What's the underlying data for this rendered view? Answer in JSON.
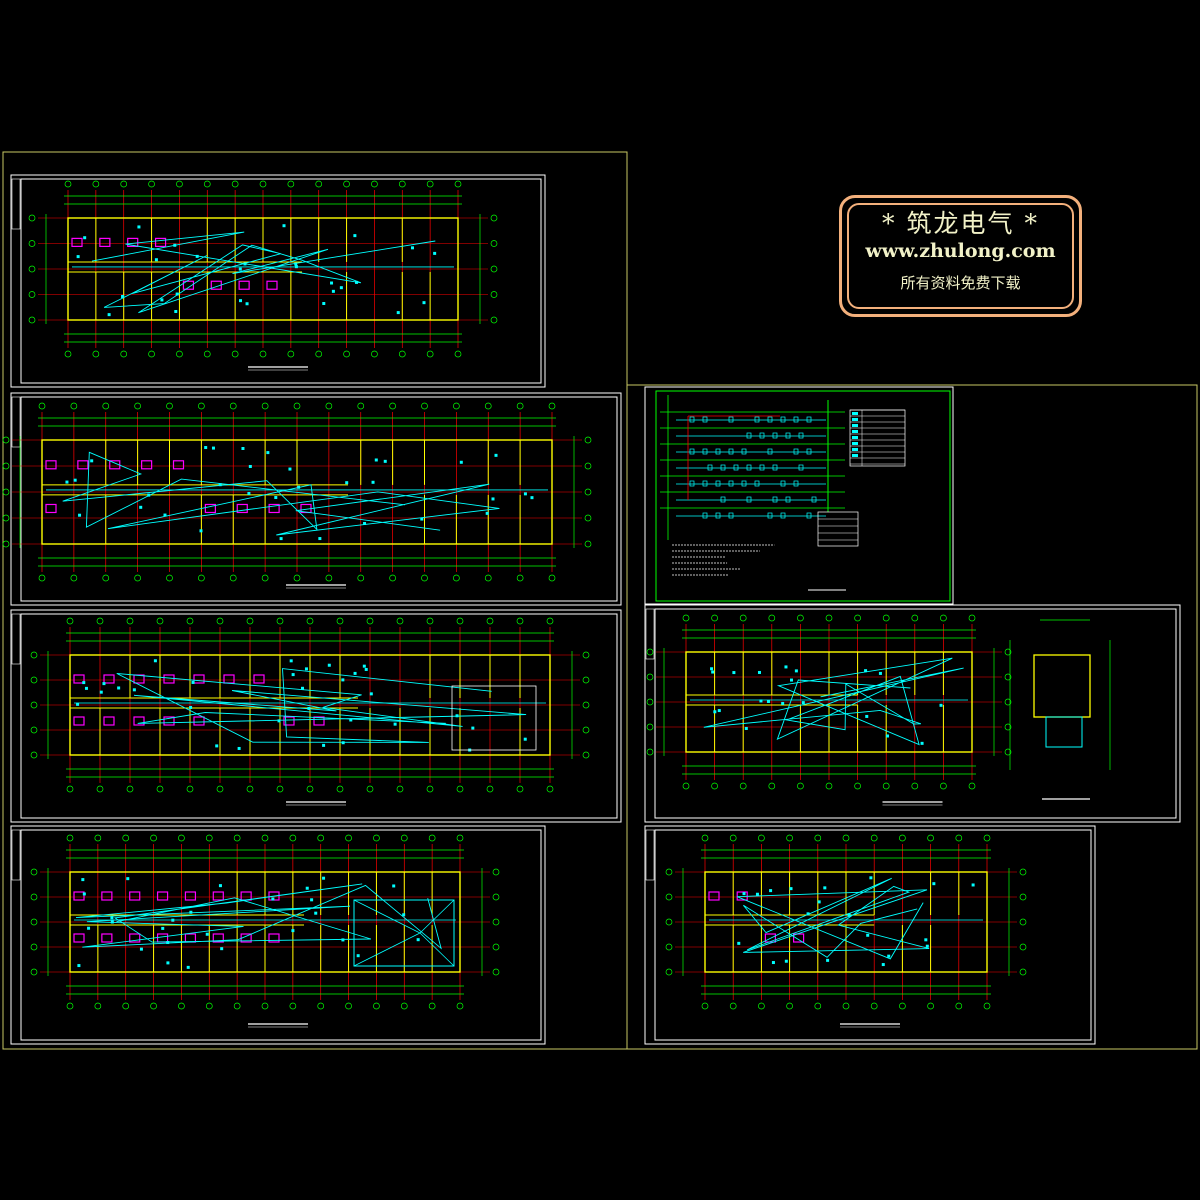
{
  "watermark": {
    "line1": "* 筑龙电气 *",
    "line2": "www.zhulong.com",
    "line3": "所有资料免费下载"
  },
  "colors": {
    "background": "#000000",
    "frame": "#c8c864",
    "sheet": "#ffffff",
    "grid": "#00ff00",
    "axis": "#ff0000",
    "wall": "#ffff00",
    "wiring": "#00ffff",
    "device": "#ff00ff",
    "stamp": "#f3b07c"
  },
  "drawings": [
    {
      "id": "floor-1"
    },
    {
      "id": "floor-2"
    },
    {
      "id": "floor-3"
    },
    {
      "id": "floor-4"
    },
    {
      "id": "system-diagram"
    },
    {
      "id": "roof-plan"
    },
    {
      "id": "stair-plan"
    },
    {
      "id": "basement"
    }
  ]
}
